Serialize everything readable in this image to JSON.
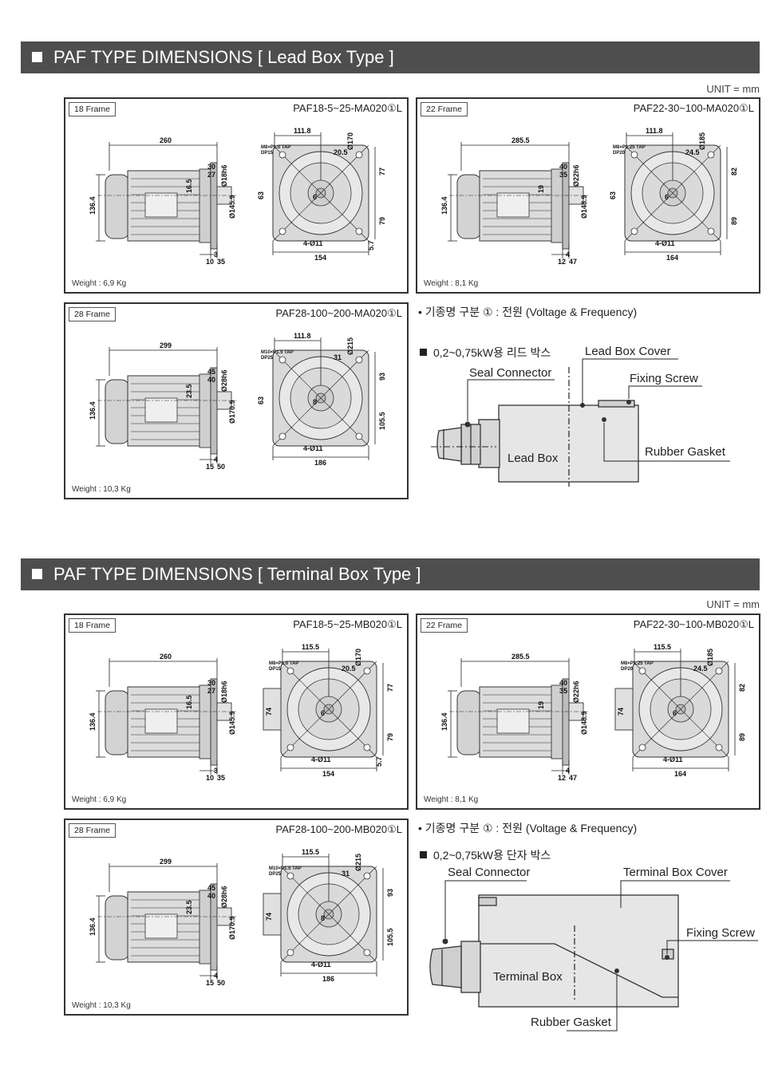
{
  "sections": [
    {
      "title": "PAF TYPE DIMENSIONS [ Lead Box Type ]",
      "unit": "UNIT = mm",
      "panels": [
        {
          "frame": "18 Frame",
          "model": "PAF18-5~25-MA020①L",
          "weight": "Weight : 6,9 Kg",
          "dims": {
            "len": "260",
            "w1": "111.8",
            "w2": "20.5",
            "dia_out": "Ø170",
            "tap": "M8×P1.0 TAP",
            "tap2": "DP15",
            "s1": "30",
            "s2": "27",
            "shaft": "Ø18h6",
            "pilot": "Ø145.9",
            "p": "16.5",
            "h": "136.4",
            "c": "63",
            "r1": "77",
            "r2": "79",
            "bolt": "4-Ø11",
            "base": "154",
            "b1": "5.7",
            "f1": "3",
            "f2": "10",
            "f3": "35",
            "six": "6"
          }
        },
        {
          "frame": "22 Frame",
          "model": "PAF22-30~100-MA020①L",
          "weight": "Weight : 8,1 Kg",
          "dims": {
            "len": "285.5",
            "w1": "111.8",
            "w2": "24.5",
            "dia_out": "Ø185",
            "tap": "M8×P1.25 TAP",
            "tap2": "DP20",
            "s1": "40",
            "s2": "35",
            "shaft": "Ø22h6",
            "pilot": "Ø148.9",
            "p": "19",
            "h": "136.4",
            "c": "63",
            "r1": "82",
            "r2": "89",
            "bolt": "4-Ø11",
            "base": "164",
            "b1": "",
            "f1": "4",
            "f2": "12",
            "f3": "47",
            "six": "6"
          }
        },
        {
          "frame": "28 Frame",
          "model": "PAF28-100~200-MA020①L",
          "weight": "Weight : 10,3 Kg",
          "dims": {
            "len": "299",
            "w1": "111.8",
            "w2": "31",
            "dia_out": "Ø215",
            "tap": "M10×P1.5 TAP",
            "tap2": "DP25",
            "s1": "45",
            "s2": "40",
            "shaft": "Ø28h6",
            "pilot": "Ø170.9",
            "p": "23.5",
            "h": "136.4",
            "c": "63",
            "r1": "93",
            "r2": "105.5",
            "bolt": "4-Ø11",
            "base": "186",
            "b1": "",
            "f1": "4",
            "f2": "15",
            "f3": "50",
            "six": "8"
          }
        }
      ],
      "info_line": "• 기종명 구분 ① : 전원 (Voltage & Frequency)",
      "box_heading": "0,2~0,75kW용 리드 박스",
      "callouts": {
        "cover": "Lead Box Cover",
        "connector": "Seal Connector",
        "screw": "Fixing Screw",
        "gasket": "Rubber Gasket",
        "box": "Lead Box"
      }
    },
    {
      "title": "PAF TYPE DIMENSIONS [ Terminal Box Type ]",
      "unit": "UNIT = mm",
      "panels": [
        {
          "frame": "18 Frame",
          "model": "PAF18-5~25-MB020①L",
          "weight": "Weight : 6,9 Kg",
          "dims": {
            "len": "260",
            "w1": "115.5",
            "w2": "20.5",
            "dia_out": "Ø170",
            "tap": "M8×P1.0 TAP",
            "tap2": "DP15",
            "s1": "30",
            "s2": "27",
            "shaft": "Ø18h6",
            "pilot": "Ø145.9",
            "p": "16.5",
            "h": "136.4",
            "c": "74",
            "r1": "77",
            "r2": "79",
            "bolt": "4-Ø11",
            "base": "154",
            "b1": "5.7",
            "f1": "3",
            "f2": "10",
            "f3": "35",
            "six": "6"
          }
        },
        {
          "frame": "22 Frame",
          "model": "PAF22-30~100-MB020①L",
          "weight": "Weight : 8,1 Kg",
          "dims": {
            "len": "285.5",
            "w1": "115.5",
            "w2": "24.5",
            "dia_out": "Ø185",
            "tap": "M8×P1.25 TAP",
            "tap2": "DP20",
            "s1": "40",
            "s2": "35",
            "shaft": "Ø22h6",
            "pilot": "Ø148.9",
            "p": "19",
            "h": "136.4",
            "c": "74",
            "r1": "82",
            "r2": "89",
            "bolt": "4-Ø11",
            "base": "164",
            "b1": "",
            "f1": "4",
            "f2": "12",
            "f3": "47",
            "six": "6"
          }
        },
        {
          "frame": "28 Frame",
          "model": "PAF28-100~200-MB020①L",
          "weight": "Weight : 10,3 Kg",
          "dims": {
            "len": "299",
            "w1": "115.5",
            "w2": "31",
            "dia_out": "Ø215",
            "tap": "M10×P1.5 TAP",
            "tap2": "DP25",
            "s1": "45",
            "s2": "40",
            "shaft": "Ø28h6",
            "pilot": "Ø170.9",
            "p": "23.5",
            "h": "136.4",
            "c": "74",
            "r1": "93",
            "r2": "105.5",
            "bolt": "4-Ø11",
            "base": "186",
            "b1": "",
            "f1": "4",
            "f2": "15",
            "f3": "50",
            "six": "8"
          }
        }
      ],
      "info_line": "• 기종명 구분 ① : 전원 (Voltage & Frequency)",
      "box_heading": "0,2~0,75kW용 단자 박스",
      "callouts": {
        "connector": "Seal Connector",
        "cover": "Terminal Box Cover",
        "screw": "Fixing Screw",
        "box": "Terminal Box",
        "gasket": "Rubber Gasket"
      }
    }
  ]
}
